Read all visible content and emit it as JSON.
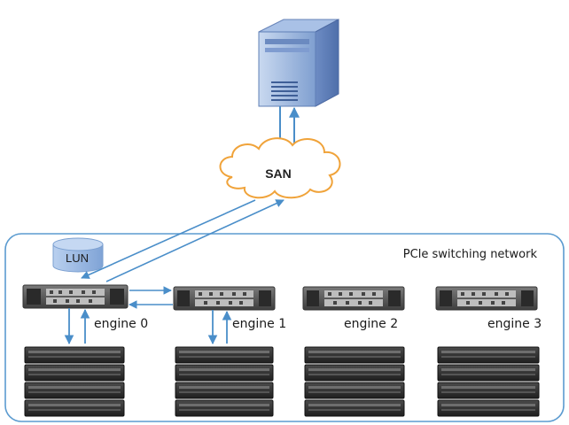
{
  "cloud_label": "SAN",
  "lun_label": "LUN",
  "network_label": "PCle switching network",
  "engines": [
    {
      "label": "engine 0"
    },
    {
      "label": "engine 1"
    },
    {
      "label": "engine 2"
    },
    {
      "label": "engine 3"
    }
  ],
  "colors": {
    "arrow": "#4a8ec9",
    "network_border": "#5b9bd0",
    "server_blue": "#8fb0dc",
    "lun_blue": "#9fbde5",
    "enclosure_dark": "#2b2b2b",
    "engine_chassis": "#5a5a5a"
  }
}
